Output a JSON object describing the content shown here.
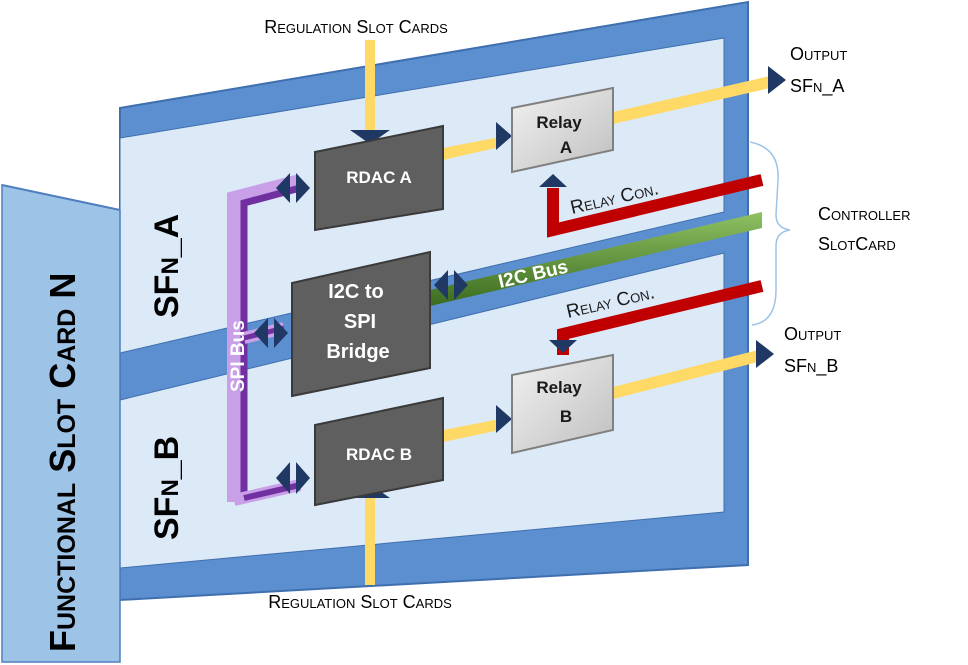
{
  "labels": {
    "regulation_top": "Regulation Slot Cards",
    "regulation_bottom": "Regulation Slot Cards",
    "output_a_line1": "Output",
    "output_a_line2": "SFn_A",
    "output_b_line1": "Output",
    "output_b_line2": "SFn_B",
    "controller_line1": "Controller",
    "controller_line2": "SlotCard",
    "relay_con_top": "Relay Con.",
    "relay_con_bottom": "Relay Con.",
    "i2c_bus": "I2C Bus",
    "spi_bus": "SPI Bus",
    "sfn_a": "SFn_A",
    "sfn_b": "SFn_B",
    "functional_card": "Functional Slot Card N"
  },
  "blocks": {
    "rdac_a": "RDAC A",
    "rdac_b": "RDAC B",
    "relay_a_line1": "Relay",
    "relay_a_line2": "A",
    "relay_b_line1": "Relay",
    "relay_b_line2": "B",
    "bridge_line1": "I2C to",
    "bridge_line2": "SPI",
    "bridge_line3": "Bridge"
  },
  "colors": {
    "frame_blue": "#5b8fd0",
    "panel_fill": "#dce9f7",
    "left_card": "#9dc3e6",
    "dark_block": "#5f5f5f",
    "relay_block": "#d9d9d9",
    "yellow_signal": "#ffd966",
    "red_relay": "#c00000",
    "green_i2c": "#548235",
    "purple_spi": "#7030a0"
  }
}
